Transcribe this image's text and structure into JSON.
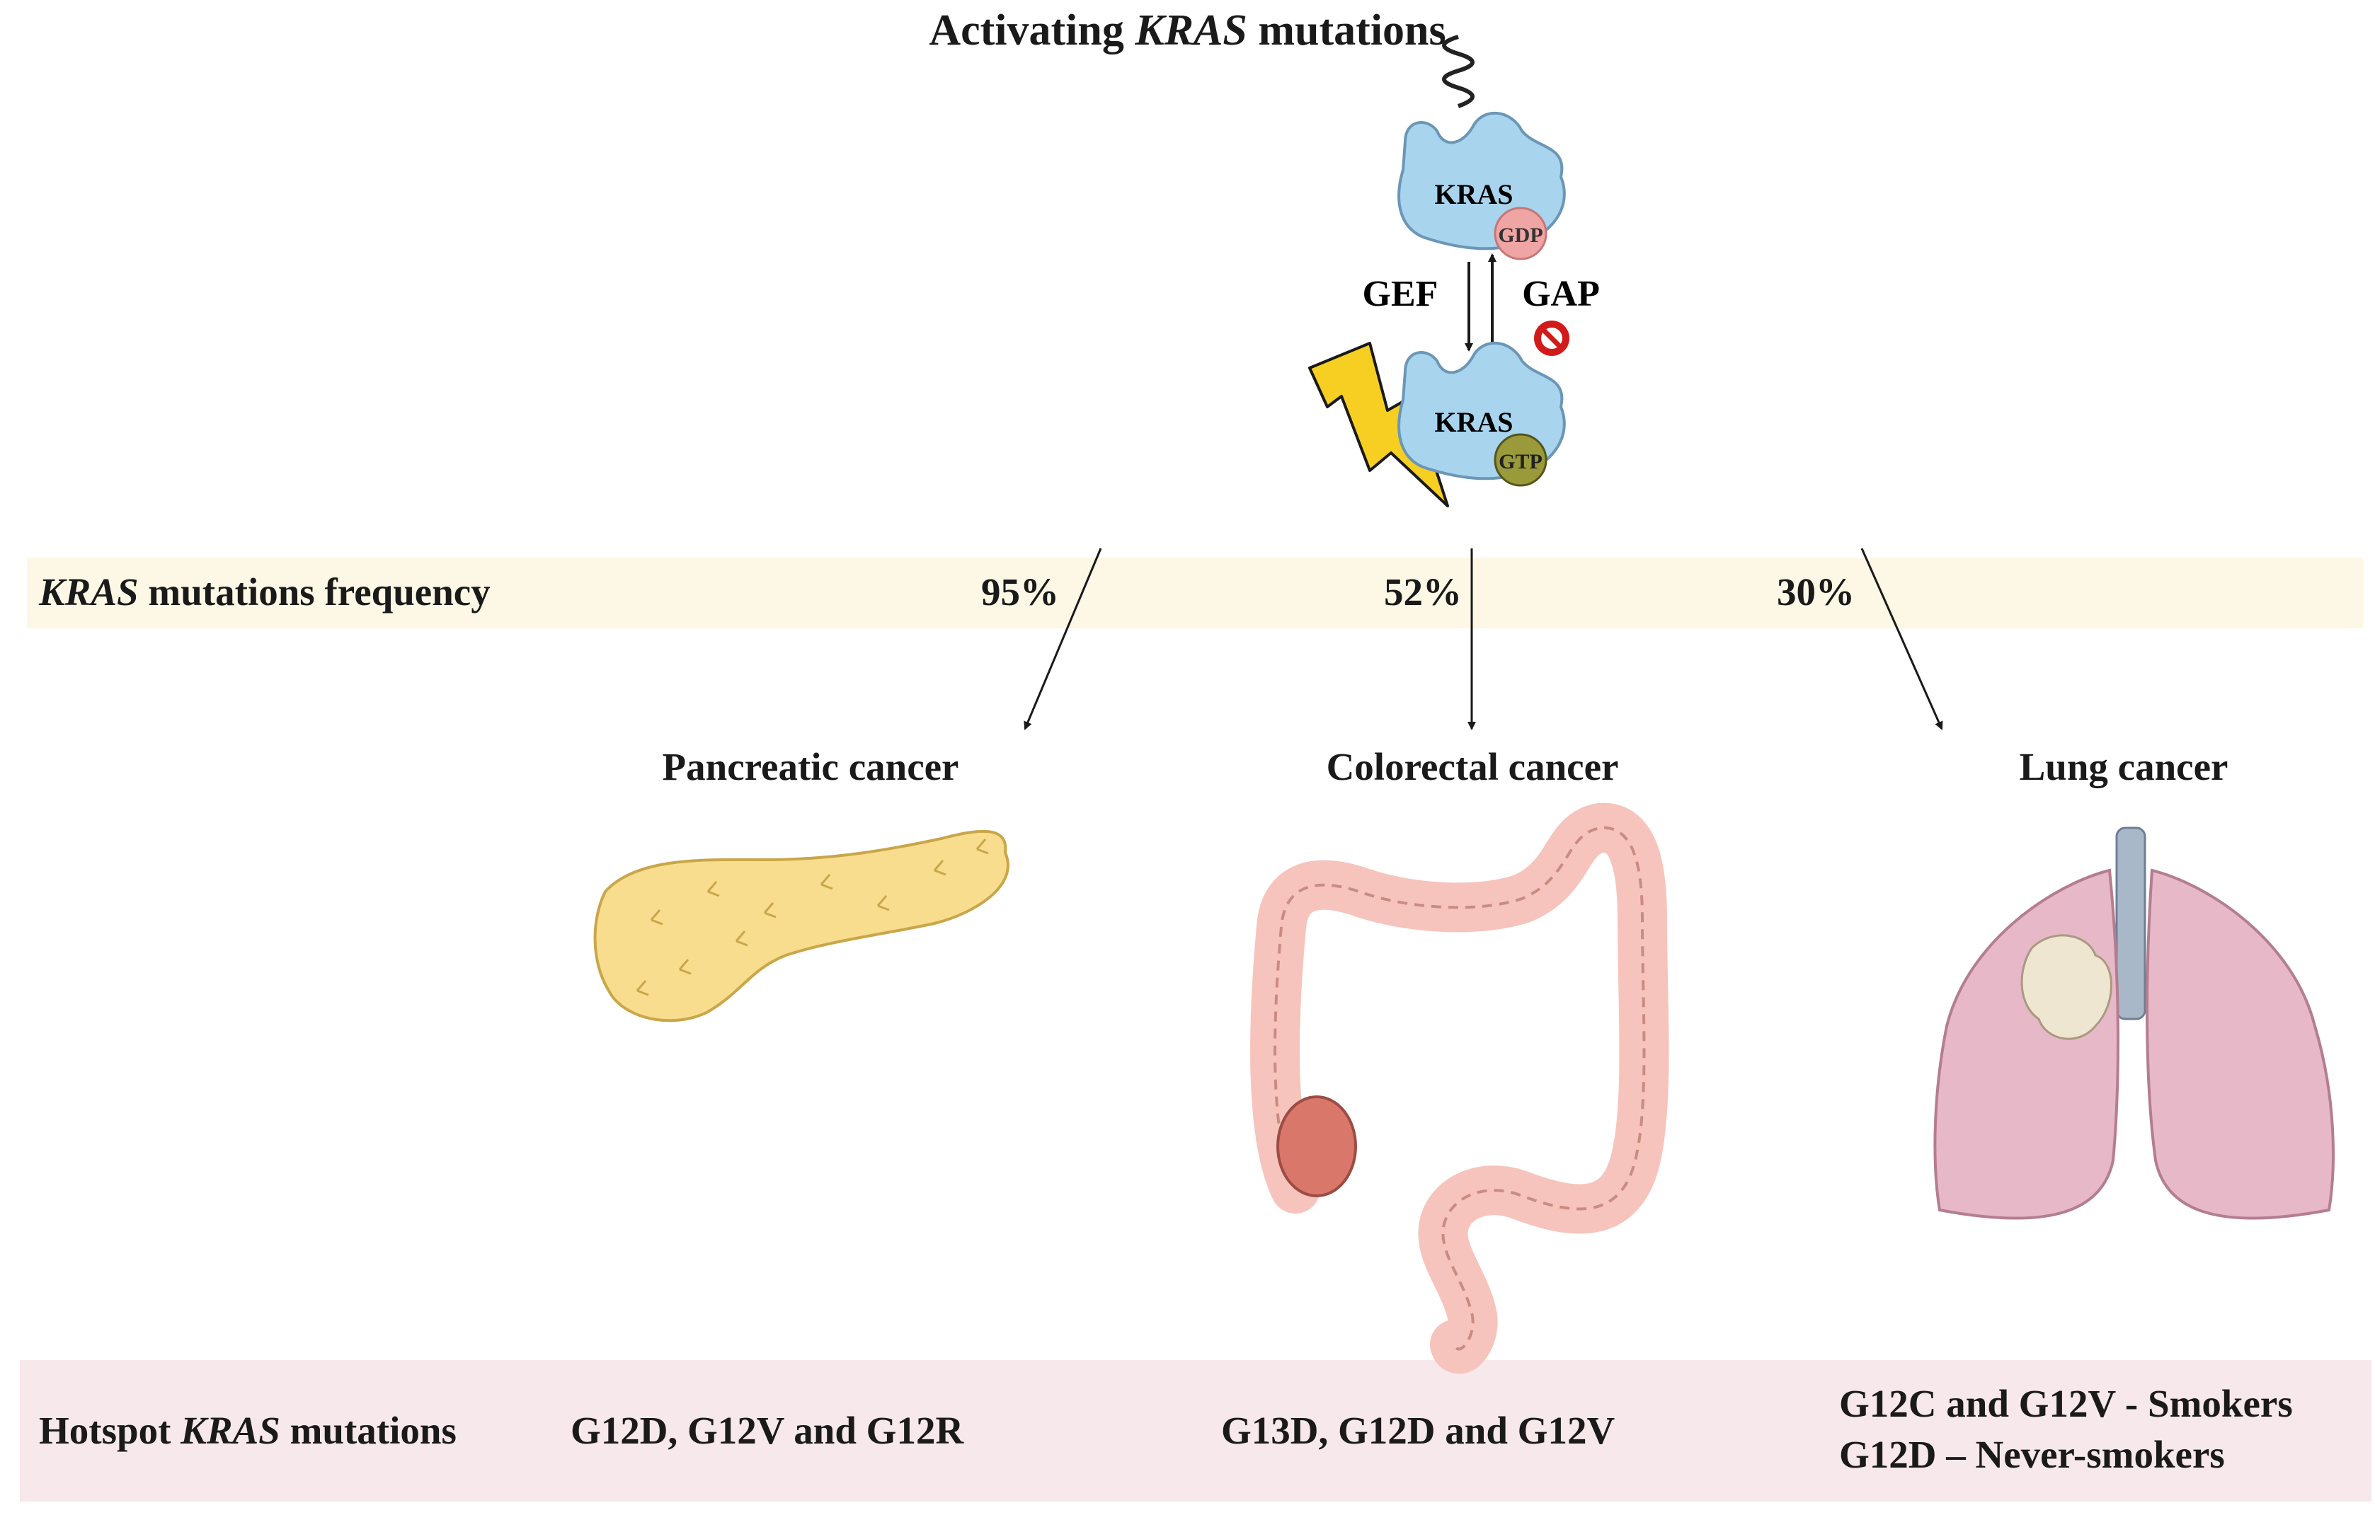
{
  "title": {
    "prefix": "Activating ",
    "gene": "KRAS",
    "suffix": " mutations"
  },
  "kras_cycle": {
    "protein_label_top": "KRAS",
    "protein_label_bottom": "KRAS",
    "gdp_label": "GDP",
    "gtp_label": "GTP",
    "gef_label": "GEF",
    "gap_label": "GAP"
  },
  "frequency_row": {
    "label_gene": "KRAS",
    "label_rest": " mutations frequency",
    "values": [
      "95%",
      "52%",
      "30%"
    ]
  },
  "cancers": [
    {
      "name": "Pancreatic cancer",
      "mutations": [
        "G12D, G12V and G12R"
      ]
    },
    {
      "name": "Colorectal cancer",
      "mutations": [
        "G13D, G12D and G12V"
      ]
    },
    {
      "name": "Lung cancer",
      "mutations": [
        "G12C and G12V - Smokers",
        "G12D – Never-smokers"
      ]
    }
  ],
  "hotspot_row": {
    "label_prefix": "Hotspot ",
    "label_gene": "KRAS",
    "label_rest": " mutations"
  },
  "colors": {
    "kras_protein": "#a8d4ee",
    "gdp": "#f0a5a5",
    "gtp": "#9a9a3a",
    "lightning": "#f6cf22",
    "inhibit": "#d11a1a",
    "pancreas": "#f8dd8e",
    "colon": "#f6c4bc",
    "tumor": "#d9776a",
    "lung": "#e7b9c8",
    "frequency_band": "#fdf8e6",
    "hotspot_band": "#f7e8ec"
  }
}
